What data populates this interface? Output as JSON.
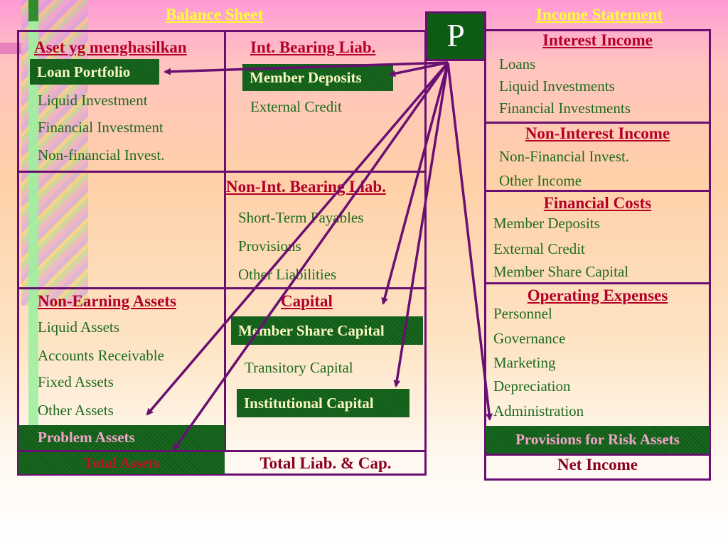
{
  "headings": {
    "balance_sheet": "Balance Sheet",
    "income_statement": "Income Statement"
  },
  "p_label": "P",
  "balance_sheet": {
    "earning_assets": {
      "title": "Aset yg menghasilkan",
      "items": [
        "Loan Portfolio",
        "Liquid Investment",
        "Financial Investment",
        "Non-financial Invest."
      ]
    },
    "int_bearing_liab": {
      "title": "Int. Bearing Liab.",
      "items": [
        "Member Deposits",
        "External Credit"
      ]
    },
    "non_int_bearing_liab": {
      "title": "Non-Int. Bearing Liab.",
      "items": [
        "Short-Term Payables",
        "Provisions",
        "Other Liabilities"
      ]
    },
    "non_earning_assets": {
      "title": "Non-Earning Assets",
      "items": [
        "Liquid Assets",
        "Accounts Receivable",
        "Fixed Assets",
        "Other Assets",
        "Problem Assets"
      ]
    },
    "capital": {
      "title": "Capital",
      "items": [
        "Member Share Capital",
        "Transitory Capital",
        "Institutional Capital"
      ]
    },
    "total_assets": "Total Assets",
    "total_liab_cap": "Total Liab. & Cap."
  },
  "income_statement": {
    "interest_income": {
      "title": "Interest Income",
      "items": [
        "Loans",
        "Liquid Investments",
        "Financial Investments"
      ]
    },
    "non_interest_income": {
      "title": "Non-Interest Income",
      "items": [
        "Non-Financial Invest.",
        "Other Income"
      ]
    },
    "financial_costs": {
      "title": "Financial Costs",
      "items": [
        "Member Deposits",
        "External Credit",
        "Member Share Capital"
      ]
    },
    "operating_expenses": {
      "title": "Operating Expenses",
      "items": [
        "Personnel",
        "Governance",
        "Marketing",
        "Depreciation",
        "Administration"
      ]
    },
    "provisions": "Provisions for Risk Assets",
    "net_income": "Net Income"
  },
  "colors": {
    "frame": "#6a0f72",
    "box_green": "#0d5c14",
    "section_red": "#b3002a",
    "item_green": "#1f6b1f",
    "heading_yellow": "#ffff33"
  }
}
